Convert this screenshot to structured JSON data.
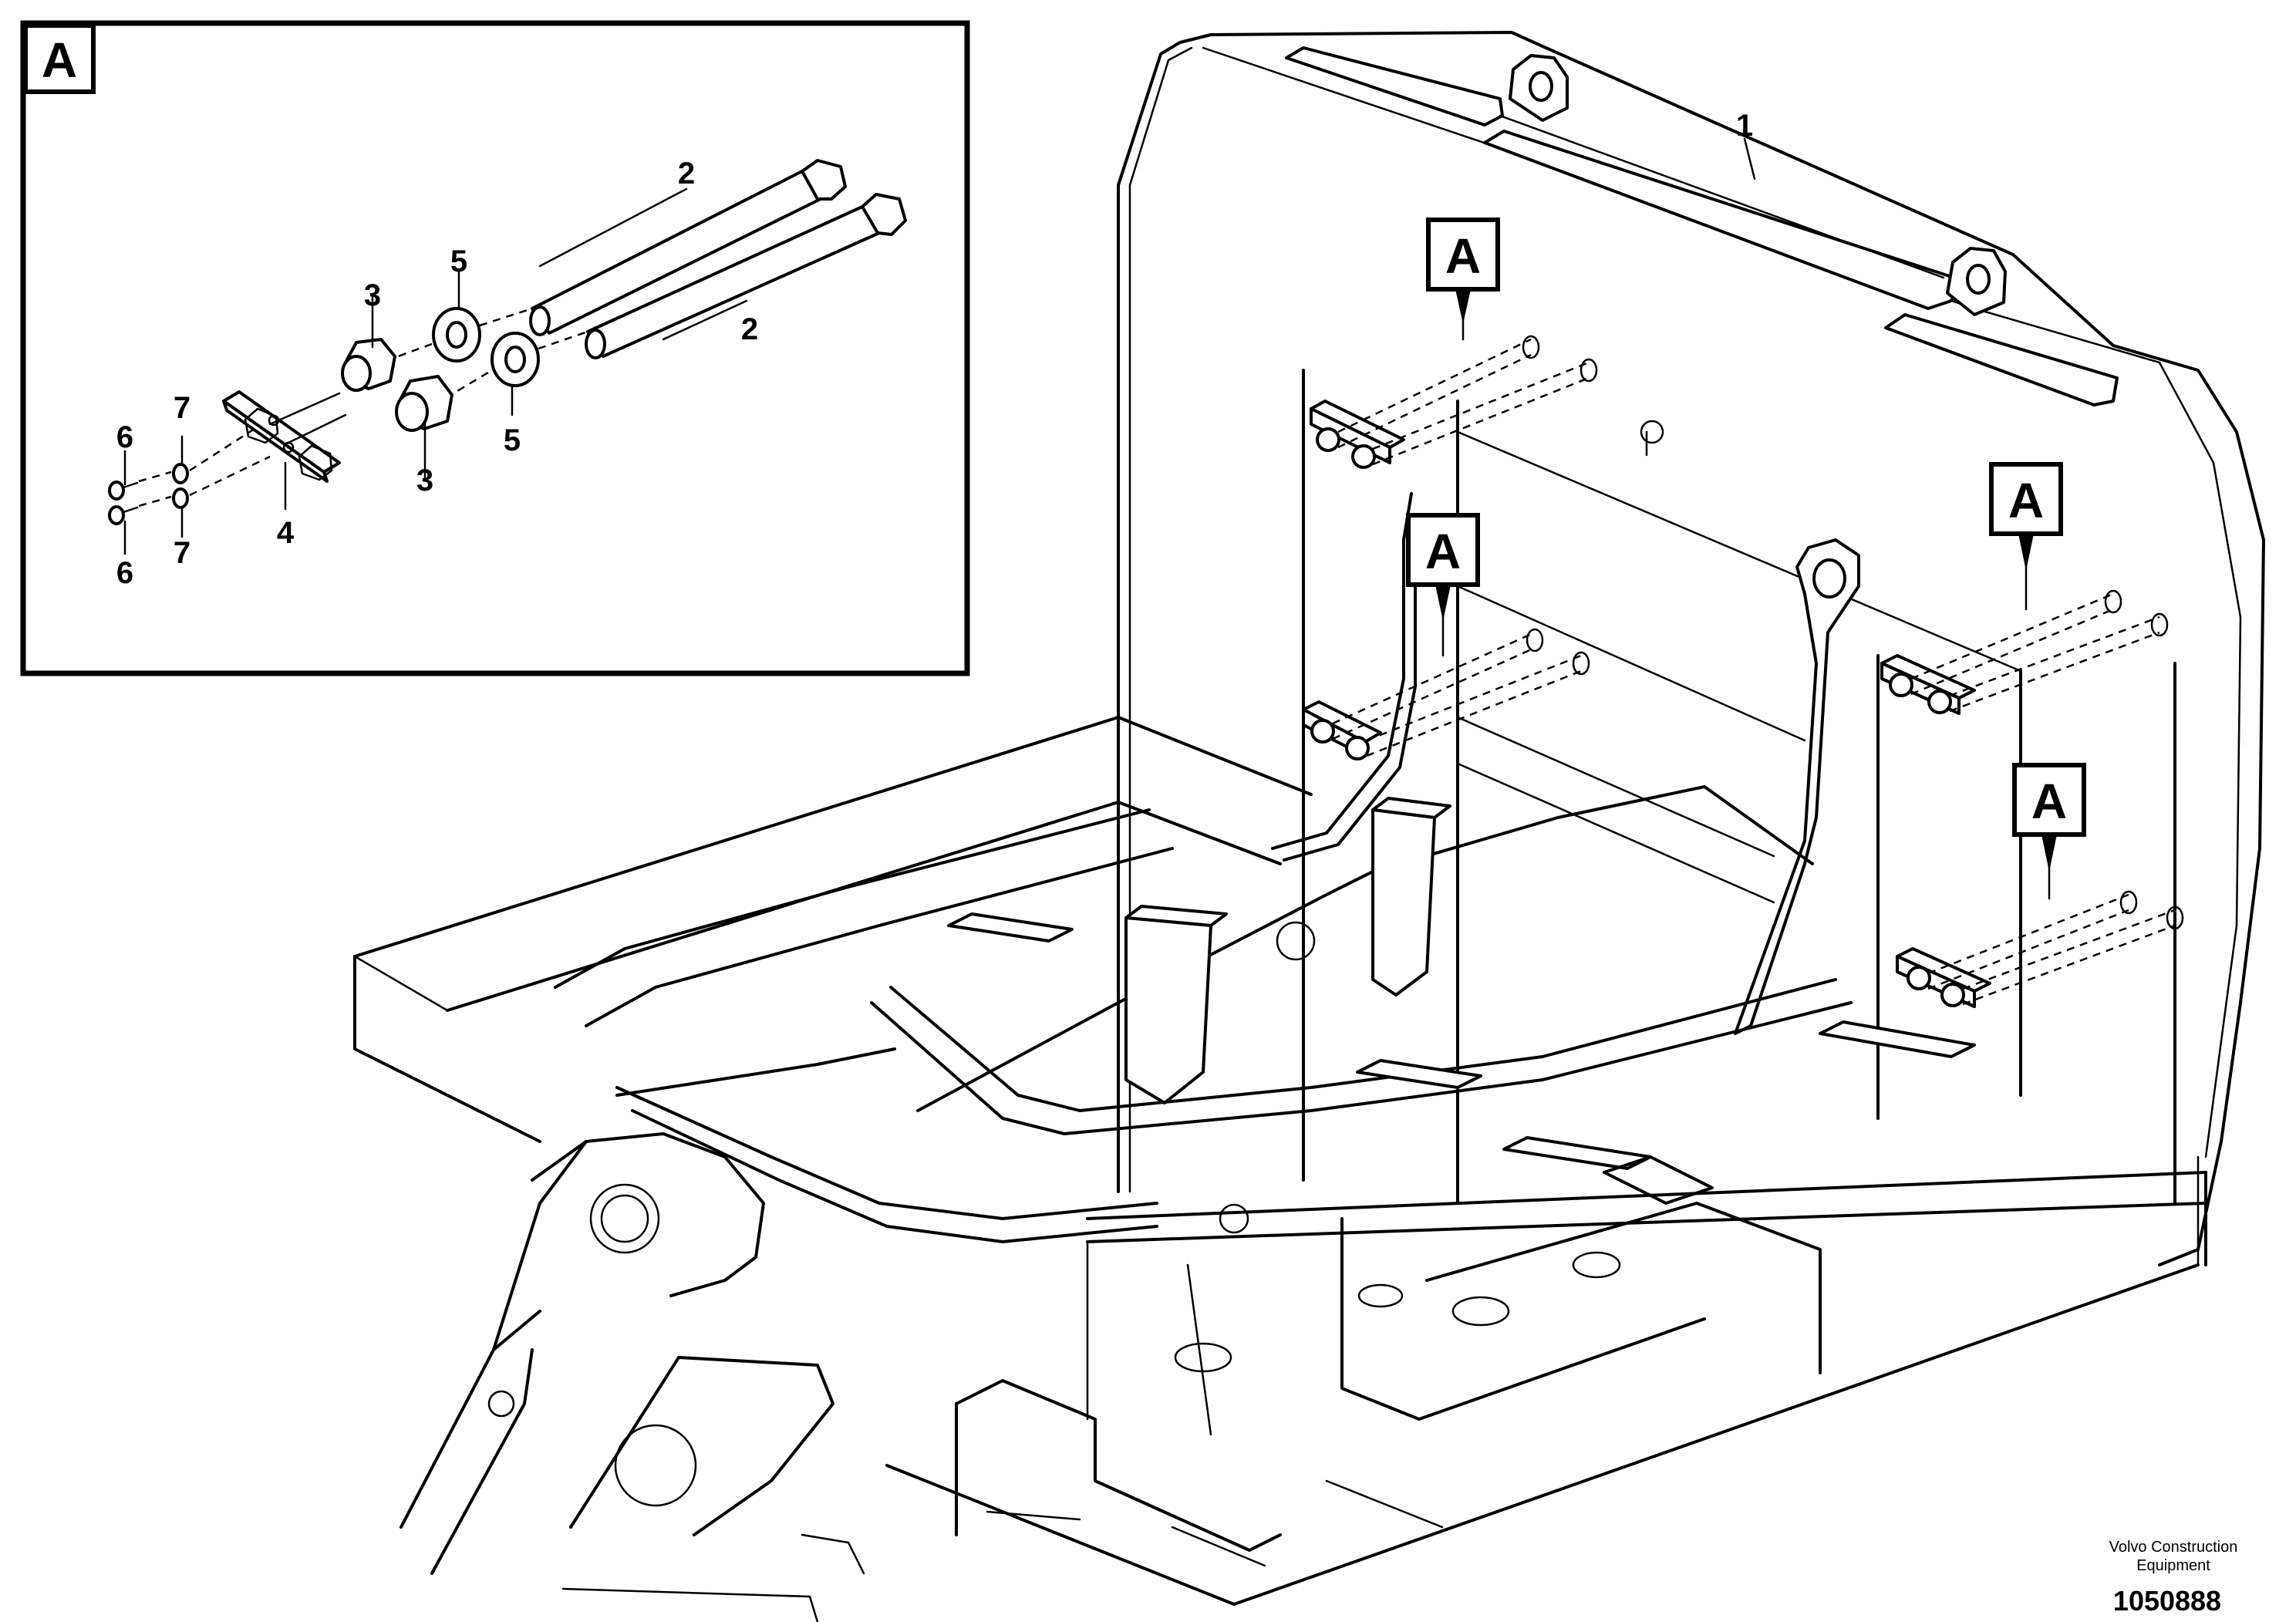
{
  "detail_view": {
    "title_letter": "A",
    "callouts": {
      "bolt_upper": "2",
      "bolt_lower": "2",
      "nut_upper": "3",
      "nut_lower": "3",
      "plate": "4",
      "washer_upper": "5",
      "washer_lower": "5",
      "screw_upper": "6",
      "screw_lower": "6",
      "lock_washer_upper": "7",
      "lock_washer_lower": "7"
    }
  },
  "main_view": {
    "counterweight_callout": "1",
    "section_markers": [
      "A",
      "A",
      "A",
      "A"
    ]
  },
  "footer": {
    "manufacturer_line1": "Volvo Construction",
    "manufacturer_line2": "Equipment",
    "drawing_number": "1050888"
  }
}
